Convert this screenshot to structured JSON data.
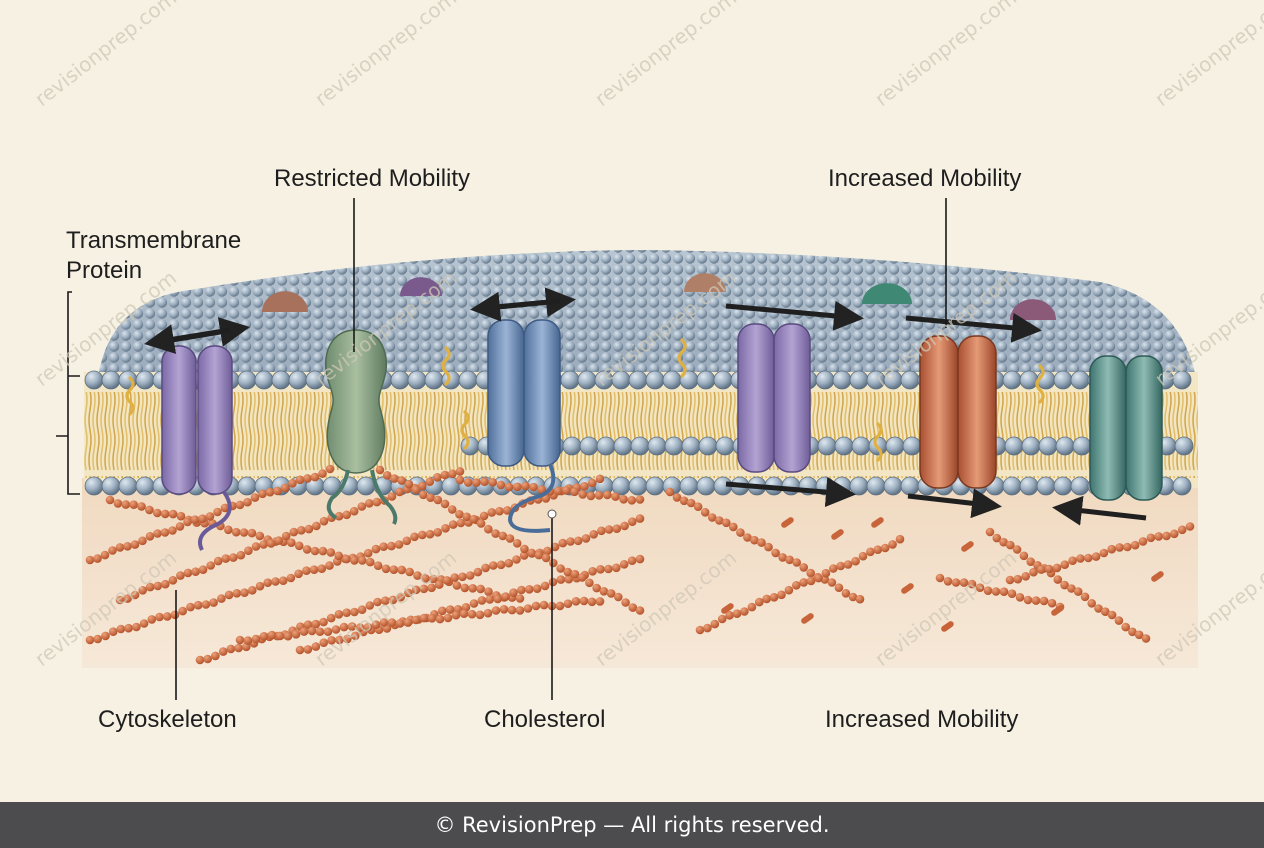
{
  "labels": {
    "transmembrane_protein": "Transmembrane\nProtein",
    "restricted_mobility": "Restricted Mobility",
    "increased_mobility_top": "Increased Mobility",
    "cytoskeleton": "Cytoskeleton",
    "cholesterol": "Cholesterol",
    "increased_mobility_bottom": "Increased Mobility"
  },
  "watermark": "revisionprep.com",
  "footer": "© RevisionPrep — All rights reserved.",
  "colors": {
    "background": "#f6f1e3",
    "lipid_head": "#8fa2b4",
    "lipid_tail": "#d9b45a",
    "cytoskeleton": "#c8643a",
    "footer_bar": "#4c4c4e"
  }
}
